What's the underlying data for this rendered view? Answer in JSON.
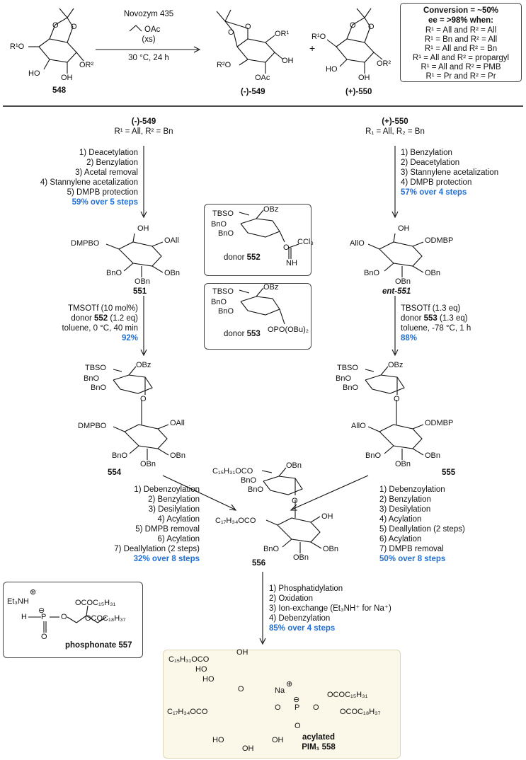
{
  "top": {
    "sm": {
      "label": "548",
      "r1o": "R¹O",
      "ho1": "HO",
      "oh": "OH",
      "or2": "OR²"
    },
    "reagent1": "Novozym 435",
    "reagent2": "OAc",
    "reagent3": "(xs)",
    "conditions": "30 °C, 24 h",
    "p549": {
      "label": "(-)-549",
      "or1": "OR¹",
      "r2o": "R²O",
      "oh": "OH",
      "oac": "OAc"
    },
    "plus": "+",
    "p550": {
      "label": "(+)-550",
      "r1o": "R¹O",
      "ho": "HO",
      "oh": "OH",
      "or2": "OR²"
    }
  },
  "conversion_box": {
    "title": "Conversion = ~50%",
    "ee": "ee = >98% when:",
    "rows": [
      "R¹ = All and R² = All",
      "R¹ = Bn and R² = All",
      "R¹ = All and R² = Bn",
      "R¹ = All and R² = propargyl",
      "R¹ = All and R² = PMB",
      "R¹ = Pr and R² = Pr"
    ]
  },
  "left_branch": {
    "start_label": "(-)-549",
    "start_sub": "R¹ = All, R² = Bn",
    "steps1": [
      "1) Deacetylation",
      "2) Benzylation",
      "3) Acetal removal",
      "4) Stannylene acetalization",
      "5) DMPB protection"
    ],
    "yield1": "59% over 5 steps",
    "c551": {
      "label": "551",
      "oh": "OH",
      "dmpbo": "DMPBO",
      "oall": "OAll",
      "bno": "BnO",
      "obn1": "OBn",
      "obn2": "OBn"
    },
    "cond2": [
      "TMSOTf (10 mol%)",
      "donor 552 (1.2 eq)",
      "toluene, 0 °C, 40 min"
    ],
    "yield2": "92%",
    "c554": {
      "label": "554",
      "tbso": "TBSO",
      "obz": "OBz",
      "bno1": "BnO",
      "bno2": "BnO",
      "dmpbo": "DMPBO",
      "oall": "OAll",
      "bno3": "BnO",
      "obn1": "OBn",
      "obn2": "OBn"
    },
    "steps3": [
      "1) Debenzoylation",
      "2) Benzylation",
      "3) Desilylation",
      "4) Acylation",
      "5) DMPB removal",
      "6) Acylation",
      "7) Deallylation (2 steps)"
    ],
    "yield3": "32% over 8 steps"
  },
  "right_branch": {
    "start_label": "(+)-550",
    "start_sub": "R₁ = All, R₂ = Bn",
    "steps1": [
      "1) Benzylation",
      "2) Deacetylation",
      "3) Stannylene acetalization",
      "4) DMPB protection"
    ],
    "yield1": "57% over 4 steps",
    "c551ent": {
      "label": "ent-551",
      "oh": "OH",
      "allo": "AllO",
      "odmbp": "ODMBP",
      "bno": "BnO",
      "obn1": "OBn",
      "obn2": "OBn"
    },
    "cond2": [
      "TBSOTf (1.3 eq)",
      "donor 553 (1.3 eq)",
      "toluene, -78 °C, 1 h"
    ],
    "yield2": "88%",
    "c555": {
      "label": "555",
      "tbso": "TBSO",
      "obz": "OBz",
      "bno1": "BnO",
      "bno2": "BnO",
      "allo": "AllO",
      "odmbp": "ODMBP",
      "bno3": "BnO",
      "obn1": "OBn",
      "obn2": "OBn"
    },
    "steps3": [
      "1) Debenzoylation",
      "2) Benzylation",
      "3) Desilylation",
      "4) Acylation",
      "5) Deallylation (2 steps)",
      "6) Acylation",
      "7) DMPB removal"
    ],
    "yield3": "50% over 8 steps"
  },
  "donors": {
    "d552": {
      "prefix": "donor",
      "num": "552",
      "tbso": "TBSO",
      "obz": "OBz",
      "bno1": "BnO",
      "bno2": "BnO",
      "ccl3": "CCl₃",
      "nh": "NH",
      "o": "O"
    },
    "d553": {
      "prefix": "donor",
      "num": "553",
      "tbso": "TBSO",
      "obz": "OBz",
      "bno1": "BnO",
      "bno2": "BnO",
      "opo": "OPO(OBu)₂"
    }
  },
  "c556": {
    "label": "556",
    "acyl1": "C₁₅H₃₁OCO",
    "obn_top": "OBn",
    "bno1": "BnO",
    "bno2": "BnO",
    "acyl2": "C₁₇H₃₄OCO",
    "oh": "OH",
    "bno3": "BnO",
    "obn1": "OBn",
    "obn2": "OBn"
  },
  "final_steps": [
    "1) Phosphatidylation",
    "2) Oxidation",
    "3) Ion-exchange (Et₃NH⁺ for Na⁺)",
    "4) Debenzylation"
  ],
  "final_yield": "85% over 4 steps",
  "phosphonate": {
    "cation": "Et₃NH",
    "plus": "⊕",
    "minus": "⊖",
    "h": "H",
    "p": "P",
    "o1": "O",
    "o2": "O",
    "acyl_a": "OCOC₁₅H₃₁",
    "acyl_b": "OCOC₁₈H₃₇",
    "label": "phosphonate 557"
  },
  "product": {
    "acyl1": "C₁₅H₃₁OCO",
    "oh_top": "OH",
    "ho1": "HO",
    "ho2": "HO",
    "na": "Na",
    "plus": "⊕",
    "minus": "⊖",
    "acyl2": "C₁₇H₃₄OCO",
    "p": "P",
    "acyl_a": "OCOC₁₅H₃₁",
    "acyl_b": "OCOC₁₈H₃₇",
    "ho3": "HO",
    "oh1": "OH",
    "oh2": "OH",
    "label1": "acylated",
    "label2": "PIM₁ 558"
  }
}
